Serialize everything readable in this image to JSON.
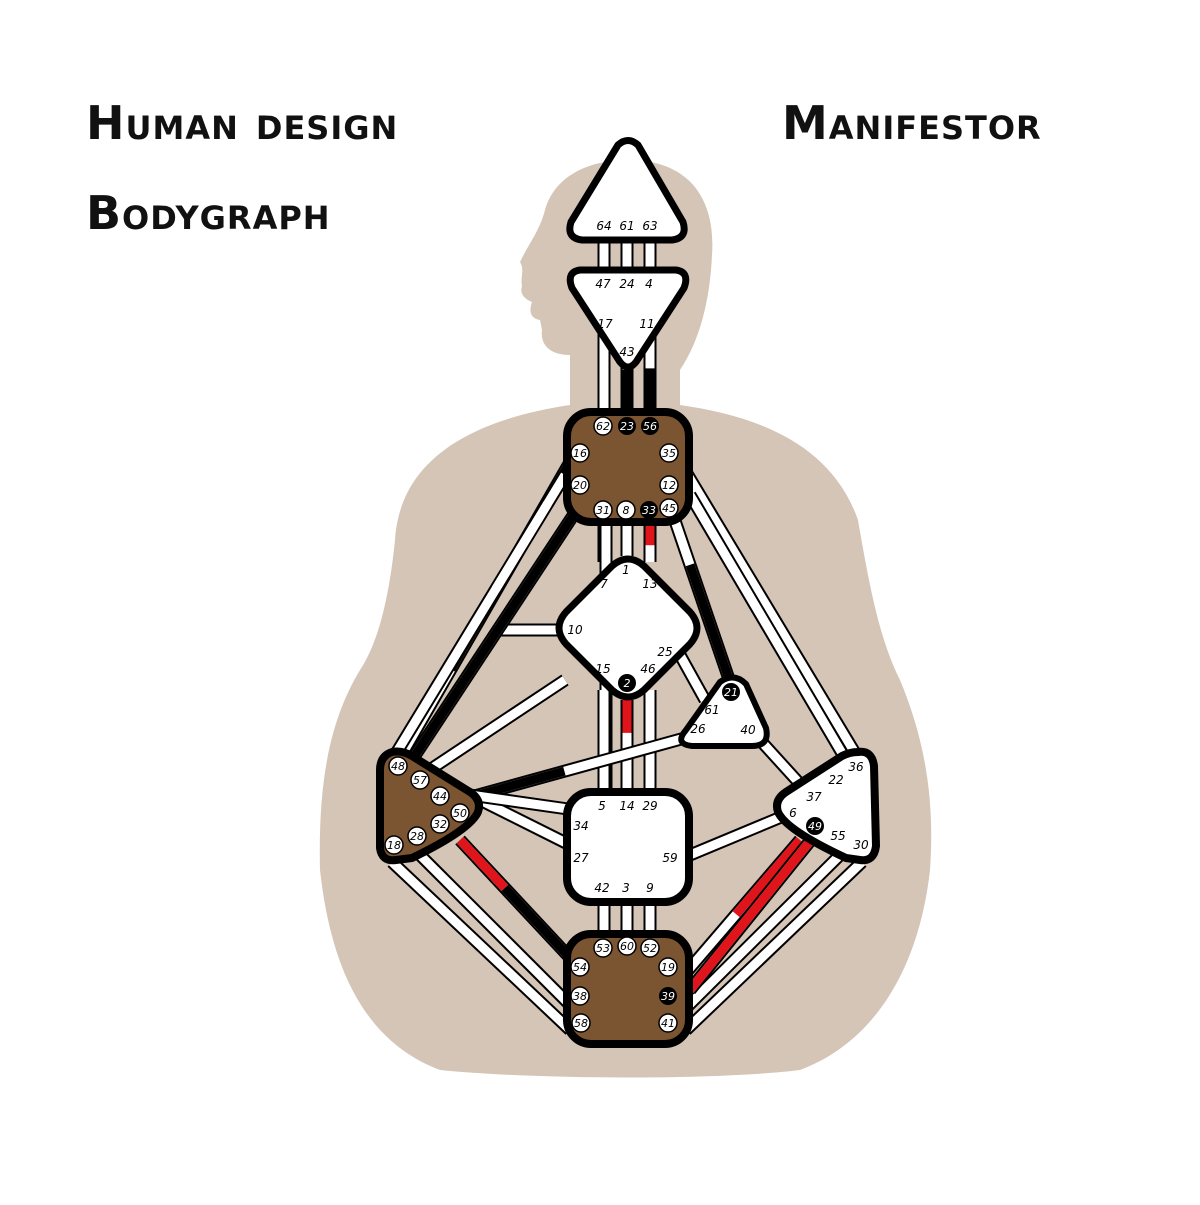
{
  "title": {
    "line1": "Human design",
    "line2": "Bodygraph"
  },
  "type_label": "Manifestor",
  "colors": {
    "background": "#ffffff",
    "silhouette": "#d5c5b7",
    "center_defined": "#7b5532",
    "center_open": "#ffffff",
    "channel_black": "#000000",
    "channel_red": "#e0151b",
    "outline": "#000000"
  },
  "centers": {
    "head": {
      "defined": false,
      "gates": [
        "64",
        "61",
        "63"
      ]
    },
    "ajna": {
      "defined": false,
      "gates": [
        "47",
        "24",
        "4",
        "17",
        "11",
        "43"
      ]
    },
    "throat": {
      "defined": true,
      "gates": [
        "62",
        "23",
        "56",
        "16",
        "35",
        "20",
        "12",
        "31",
        "8",
        "33",
        "45"
      ]
    },
    "g": {
      "defined": false,
      "gates": [
        "1",
        "7",
        "13",
        "10",
        "25",
        "15",
        "2",
        "46"
      ]
    },
    "heart": {
      "defined": false,
      "gates": [
        "21",
        "61",
        "26",
        "40"
      ]
    },
    "spleen": {
      "defined": true,
      "gates": [
        "48",
        "57",
        "44",
        "50",
        "32",
        "28",
        "18"
      ]
    },
    "sacral": {
      "defined": false,
      "gates": [
        "5",
        "14",
        "29",
        "34",
        "27",
        "59",
        "42",
        "3",
        "9"
      ]
    },
    "solar_plexus": {
      "defined": false,
      "gates": [
        "36",
        "22",
        "37",
        "6",
        "49",
        "55",
        "30"
      ]
    },
    "root": {
      "defined": true,
      "gates": [
        "53",
        "60",
        "52",
        "54",
        "19",
        "38",
        "39",
        "58",
        "41"
      ]
    }
  }
}
